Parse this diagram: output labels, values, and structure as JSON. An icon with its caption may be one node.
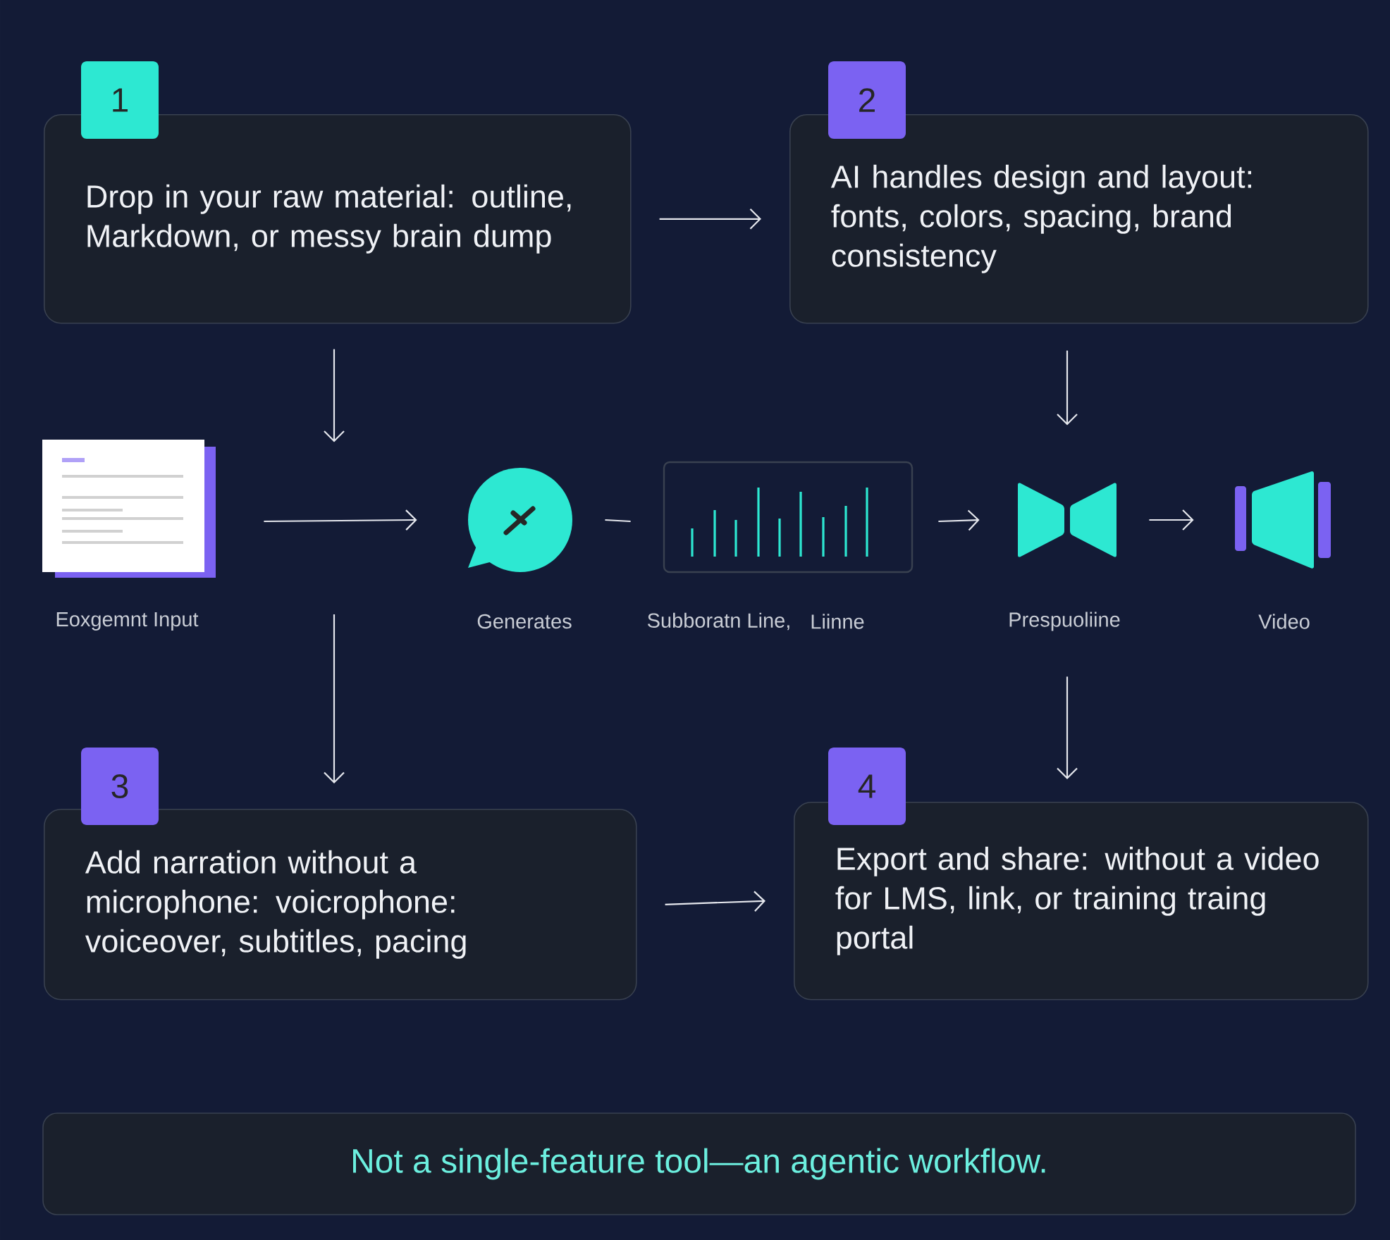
{
  "diagram": {
    "nodes": [
      {
        "text": [
          "1",
          "Drop in your raw material: outline, Markdown, or messy brain dump"
        ]
      },
      {
        "text": [
          "2",
          "AI handles design and layout: fonts, colors, spacing, brand consistency"
        ]
      },
      {
        "text": [],
        "shape": "document",
        "beside": [
          "Eoxgemnt Input"
        ]
      },
      {
        "text": [],
        "shape": "circle",
        "beside": [
          "Generates"
        ]
      },
      {
        "text": [],
        "shape": "box",
        "beside": [
          "Subboratn Line,",
          "Liinne"
        ]
      },
      {
        "text": [],
        "shape": "bowtie",
        "beside": [
          "Prespuoliine"
        ]
      },
      {
        "text": [],
        "shape": "speaker",
        "beside": [
          "Video"
        ]
      },
      {
        "text": [
          "3",
          "Add narration without a microphone: voicrophone: voiceover, subtitles, pacing"
        ]
      },
      {
        "text": [
          "4",
          "Export and share: without a video for LMS, link, or training traing portal"
        ]
      },
      {
        "text": [
          "Not a single-feature tool—an agentic workflow."
        ]
      }
    ],
    "edges": [
      {
        "from": 0,
        "to": 1,
        "arrow": "to"
      },
      {
        "from": 0,
        "to": null,
        "arrow": "to"
      },
      {
        "from": 1,
        "to": 5,
        "arrow": "to"
      },
      {
        "from": 2,
        "to": 3,
        "arrow": "to"
      },
      {
        "from": 3,
        "to": 4,
        "arrow": "none"
      },
      {
        "from": 4,
        "to": 5,
        "arrow": "to"
      },
      {
        "from": 5,
        "to": 6,
        "arrow": "to"
      },
      {
        "from": null,
        "to": 7,
        "arrow": "to"
      },
      {
        "from": 5,
        "to": 8,
        "arrow": "to"
      },
      {
        "from": 7,
        "to": 8,
        "arrow": "to"
      }
    ]
  }
}
